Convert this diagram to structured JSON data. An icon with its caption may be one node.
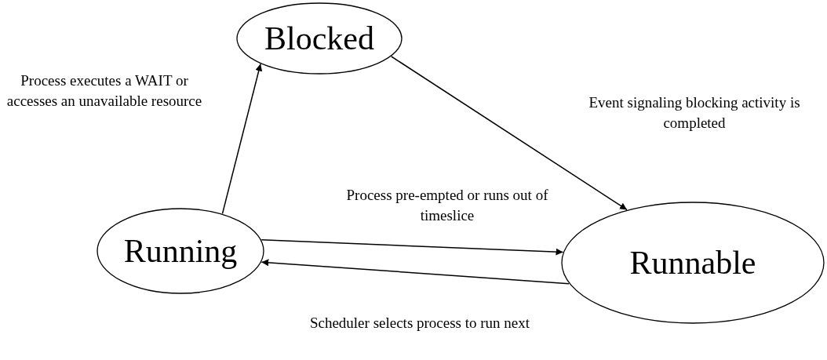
{
  "diagram": {
    "nodes": [
      {
        "text": [
          "Blocked"
        ]
      },
      {
        "text": [
          "Running"
        ]
      },
      {
        "text": [
          "Runnable"
        ]
      }
    ],
    "edges": [
      {
        "from": 1,
        "to": 0,
        "arrow": "to",
        "label": "Process executes a WAIT or accesses an unavailable resource"
      },
      {
        "from": 0,
        "to": 2,
        "arrow": "to",
        "label": "Event signaling blocking activity is completed"
      },
      {
        "from": 1,
        "to": 2,
        "arrow": "to",
        "label": "Process pre-empted or runs out of timeslice"
      },
      {
        "from": 2,
        "to": 1,
        "arrow": "to",
        "label": "Scheduler selects process to run next"
      }
    ]
  }
}
